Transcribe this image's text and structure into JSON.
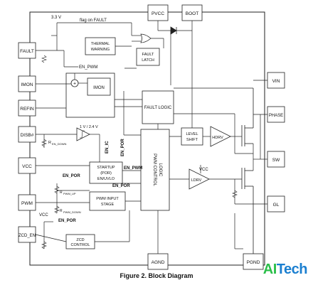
{
  "diagram": {
    "pins": {
      "pvcc": "PVCC",
      "boot": "BOOT",
      "fault": "FAULT",
      "imon": "IMON",
      "refin": "REFIN",
      "dis": "DISB#",
      "vcc": "VCC",
      "pwm": "PWM",
      "zcd_en": "ZCD_EN",
      "agnd": "AGND",
      "vin": "VIN",
      "phase": "PHASE",
      "sw": "SW",
      "gl": "GL",
      "pgnd": "PGND"
    },
    "blocks": {
      "thermal_warning_line1": "THERMAL",
      "thermal_warning_line2": "WARNING",
      "fault_latch_line1": "FAULT",
      "fault_latch_line2": "LATCH",
      "imon_block": "IMON",
      "fault_logic": "FAULT LOGIC",
      "level_shift_line1": "LEVEL",
      "level_shift_line2": "SHIFT",
      "pwm_control_line1": "PWM CONTROL",
      "pwm_control_line2": "LOGIC",
      "startup_line1": "STARTUP",
      "startup_line2": "(POR)",
      "startup_line3": "EN/UVLO",
      "pwm_input_line1": "PWM INPUT",
      "pwm_input_line2": "STAGE",
      "zcd_line1": "ZCD",
      "zcd_line2": "CONTROL",
      "hdrv": "HDRV",
      "ldrv": "LDRV"
    },
    "labels": {
      "v33": "3.3 V",
      "flag_on_fault": "flag on FAULT",
      "en_pwm": "EN_PWM",
      "threshold": "1 V / 2.4 V",
      "r_en_down": "R",
      "r_en_down_sub": "EN_DOWN",
      "en_ic": "EN_IC",
      "en_por_vert": "EN_POR",
      "en_por_1": "EN_POR",
      "en_pwm_2": "EN_PWM",
      "en_por_2": "EN_POR",
      "en_por_3": "EN_POR",
      "r_pwm_up": "R",
      "r_pwm_up_sub": "PWM_UP",
      "r_pwm_down": "R",
      "r_pwm_down_sub": "PWM_DOWN",
      "vcc_1": "VCC",
      "vcc_2": "VCC",
      "plus": "+"
    },
    "caption": "Figure 2. Block Diagram",
    "logo_part1": "AI",
    "logo_part2": "Tech"
  }
}
